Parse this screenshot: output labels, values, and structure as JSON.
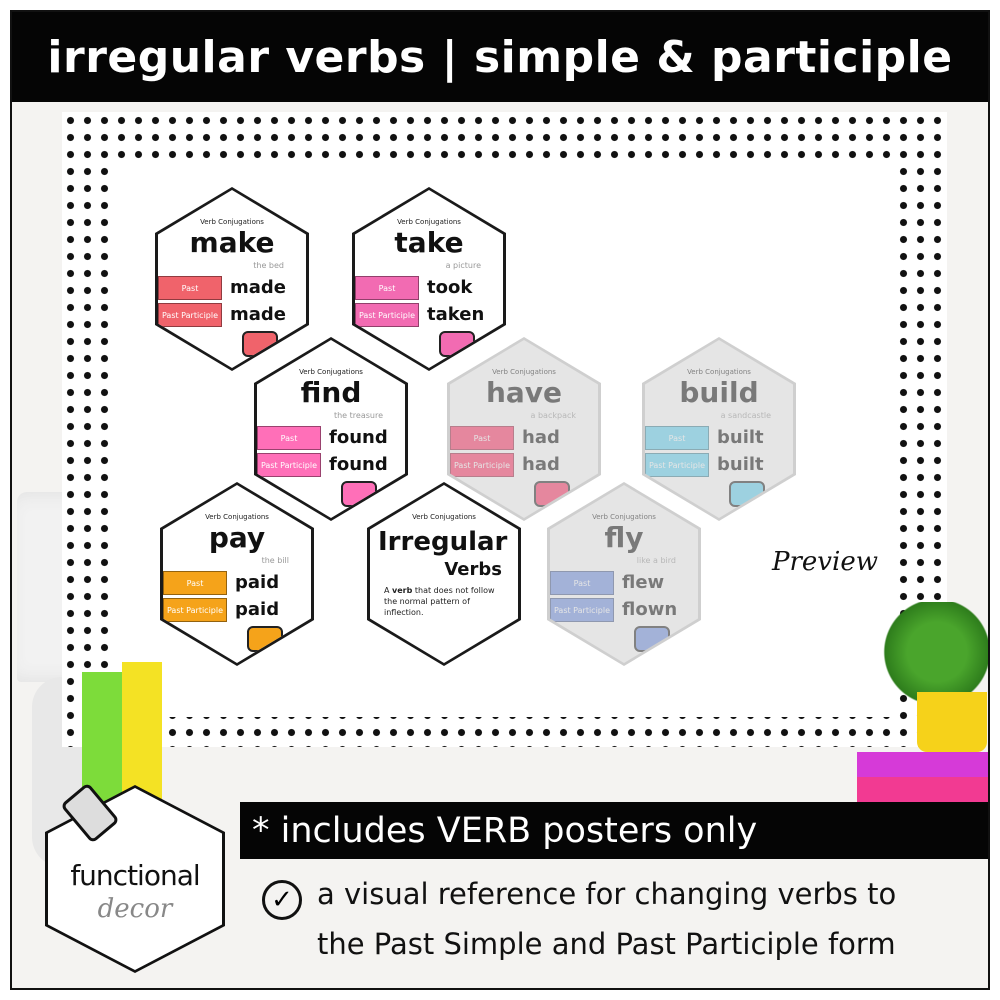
{
  "banner": {
    "title": "irregular verbs | simple & participle"
  },
  "labels": {
    "past": "Past",
    "participle": "Past Participle",
    "series": "Verb Conjugations"
  },
  "posters": [
    {
      "verb": "make",
      "sub": "the bed",
      "past": "made",
      "participle": "made",
      "color": "#f0636b",
      "picture": "bed-icon",
      "faded": false
    },
    {
      "verb": "take",
      "sub": "a picture",
      "past": "took",
      "participle": "taken",
      "color": "#f26bb2",
      "picture": "camera-icon",
      "faded": false
    },
    {
      "verb": "find",
      "sub": "the treasure",
      "past": "found",
      "participle": "found",
      "color": "#ff6fb8",
      "picture": "treasure-map-icon",
      "faded": false
    },
    {
      "verb": "have",
      "sub": "a backpack",
      "past": "had",
      "participle": "had",
      "color": "#ff2f63",
      "picture": "backpack-icon",
      "faded": true
    },
    {
      "verb": "build",
      "sub": "a sandcastle",
      "past": "built",
      "participle": "built",
      "color": "#5fd3f3",
      "picture": "sandcastle-icon",
      "faded": true
    },
    {
      "verb": "pay",
      "sub": "the bill",
      "past": "paid",
      "participle": "paid",
      "color": "#f5a31a",
      "picture": "money-icon",
      "faded": false
    },
    {
      "verb": "fly",
      "sub": "like a bird",
      "past": "flew",
      "participle": "flown",
      "color": "#6d8fe3",
      "picture": "parrot-icon",
      "faded": true
    }
  ],
  "irregular": {
    "title": "Irregular",
    "subtitle": "Verbs",
    "def_prefix": "A",
    "def_bold": "verb",
    "def_rest": "that does not follow the normal pattern of inflection."
  },
  "watermark": "Preview",
  "logo": {
    "line1": "functional",
    "line2": "decor"
  },
  "note": "* includes VERB posters only",
  "description": [
    "a visual reference for changing verbs to",
    "the Past Simple and Past Participle form"
  ]
}
